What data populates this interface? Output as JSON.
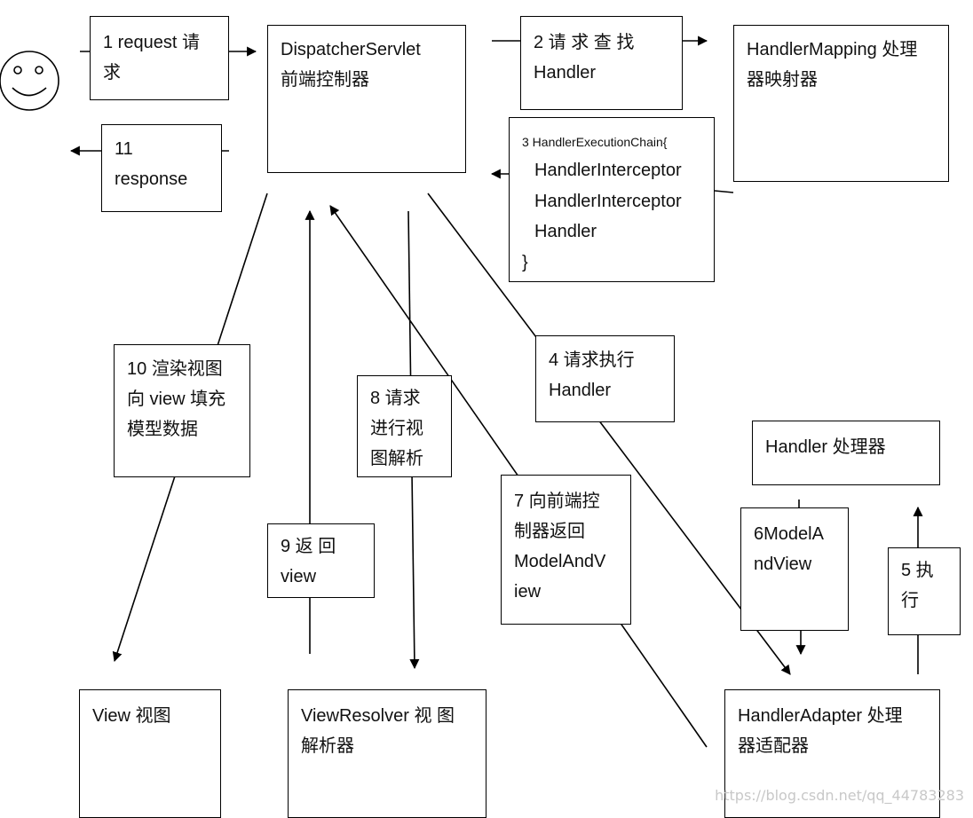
{
  "nodes": {
    "dispatcher": {
      "line1": "DispatcherServlet",
      "line2": "前端控制器"
    },
    "handler_mapping": {
      "line1": "HandlerMapping 处理",
      "line2": "器映射器"
    },
    "handler_adapter": {
      "line1": "HandlerAdapter  处理",
      "line2": "器适配器"
    },
    "handler": {
      "line1": "Handler 处理器"
    },
    "view_resolver": {
      "line1": "ViewResolver  视 图",
      "line2": "解析器"
    },
    "view": {
      "line1": "View 视图"
    }
  },
  "steps": {
    "s1": {
      "line1": "1  request 请",
      "line2": "求"
    },
    "s2": {
      "line1": "2   请 求 查 找",
      "line2": "Handler"
    },
    "s3": {
      "line1": "3 HandlerExecutionChain{",
      "line2": "HandlerInterceptor",
      "line3": "HandlerInterceptor",
      "line4": "Handler",
      "line5": "}"
    },
    "s4": {
      "line1": "4  请求执行",
      "line2": "Handler"
    },
    "s5": {
      "line1": "5  执",
      "line2": "行"
    },
    "s6": {
      "line1": "6ModelA",
      "line2": "ndView"
    },
    "s7": {
      "line1": "7 向前端控",
      "line2": "制器返回",
      "line3": "ModelAndV",
      "line4": "iew"
    },
    "s8": {
      "line1": "8  请求",
      "line2": "进行视",
      "line3": "图解析"
    },
    "s9": {
      "line1": "9   返  回",
      "line2": "view"
    },
    "s10": {
      "line1": "10 渲染视图",
      "line2": "向 view 填充",
      "line3": "模型数据"
    },
    "s11": {
      "line1": "11",
      "line2": "response"
    }
  },
  "watermark": "https://blog.csdn.net/qq_44783283",
  "colors": {
    "line": "#000000",
    "background": "#ffffff"
  }
}
